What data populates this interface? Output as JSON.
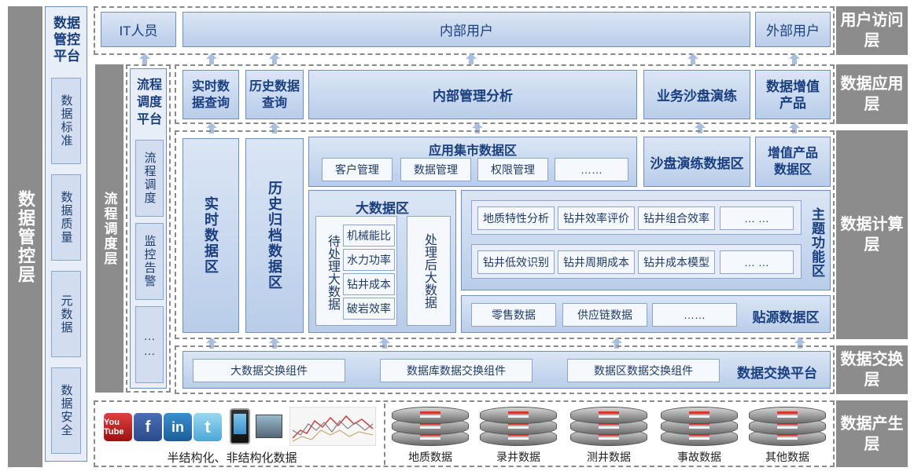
{
  "layers": {
    "data_control_layer": "数据管控层",
    "flow_layer": "流程调度层",
    "user_access": "用户访问层",
    "data_app": "数据应用层",
    "data_compute": "数据计算层",
    "data_exchange": "数据交换层",
    "data_generate": "数据产生层"
  },
  "control_platform": {
    "title": "数据管控平台",
    "items": [
      "数据标准",
      "数据质量",
      "元数据",
      "数据安全"
    ]
  },
  "flow_platform": {
    "title": "流程调度平台",
    "items": [
      "流程调度",
      "监控告警",
      "……"
    ]
  },
  "users": {
    "it": "IT人员",
    "internal": "内部用户",
    "external": "外部用户"
  },
  "apps": {
    "realtime_query": "实时数据查询",
    "history_query": "历史数据查询",
    "internal_analysis": "内部管理分析",
    "sandbox": "业务沙盘演练",
    "value_product": "数据增值产品"
  },
  "compute": {
    "realtime_zone": "实时数据区",
    "history_zone": "历史归档数据区",
    "app_market": {
      "title": "应用集市数据区",
      "items": [
        "客户管理",
        "数据管理",
        "权限管理",
        "……"
      ]
    },
    "sandbox_zone": "沙盘演练数据区",
    "value_zone": "增值产品数据区",
    "bigdata": {
      "title": "大数据区",
      "pending": "待处理大数据",
      "pending_items": [
        "机械能比",
        "水力功率",
        "钻井成本",
        "破岩效率"
      ],
      "processed": "处理后大数据"
    },
    "topic": {
      "title": "主题功能区",
      "row1": [
        "地质特性分析",
        "钻井效率评价",
        "钻井组合效率",
        "… …"
      ],
      "row2": [
        "钻井低效识别",
        "钻井周期成本",
        "钻井成本模型",
        "… …"
      ]
    },
    "source": {
      "title": "贴源数据区",
      "items": [
        "零售数据",
        "供应链数据",
        "……"
      ]
    }
  },
  "exchange": {
    "title": "数据交换平台",
    "items": [
      "大数据交换组件",
      "数据库数据交换组件",
      "数据区数据交换组件"
    ]
  },
  "generate": {
    "semi_label": "半结构化、非结构化数据",
    "logos": [
      "You Tube",
      "f",
      "in",
      "t"
    ],
    "databases": [
      "地质数据",
      "录井数据",
      "测井数据",
      "事故数据",
      "其他数据"
    ]
  }
}
